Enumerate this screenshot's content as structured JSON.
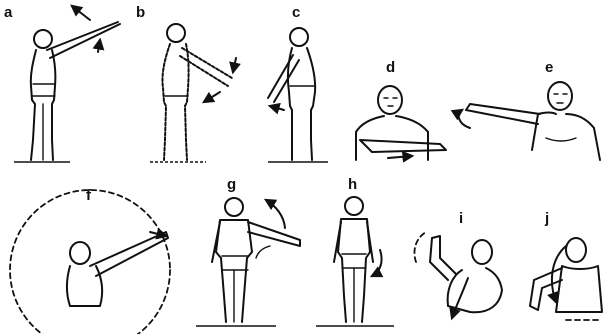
{
  "panels": [
    {
      "id": "a",
      "label": "a"
    },
    {
      "id": "b",
      "label": "b"
    },
    {
      "id": "c",
      "label": "c"
    },
    {
      "id": "d",
      "label": "d"
    },
    {
      "id": "e",
      "label": "e"
    },
    {
      "id": "f",
      "label": "f"
    },
    {
      "id": "g",
      "label": "g"
    },
    {
      "id": "h",
      "label": "h"
    },
    {
      "id": "i",
      "label": "i"
    },
    {
      "id": "j",
      "label": "j"
    }
  ],
  "colors": {
    "ink": "#111111",
    "paper": "#ffffff"
  }
}
